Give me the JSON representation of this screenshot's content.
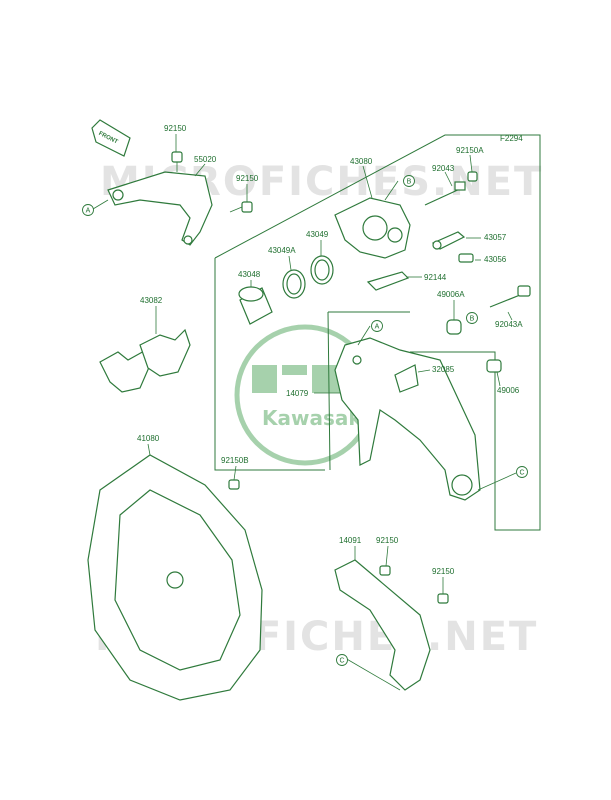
{
  "figure_code": "F2294",
  "watermark_text": "MICROFICHES.NET",
  "logo_text": "Kawasaki",
  "front_arrow_text": "FRONT",
  "part_labels": {
    "p92150_top": "92150",
    "p55020": "55020",
    "p92150_mid": "92150",
    "p43080": "43080",
    "p92150A": "92150A",
    "p92043": "92043",
    "p43057": "43057",
    "p43049": "43049",
    "p43049A": "43049A",
    "p43056": "43056",
    "p43048": "43048",
    "p92144": "92144",
    "p43082": "43082",
    "p49006A": "49006A",
    "p92043A": "92043A",
    "p32085": "32085",
    "p14079": "14079",
    "p49006": "49006",
    "p41080": "41080",
    "p92150B": "92150B",
    "p14091": "14091",
    "p92150_low1": "92150",
    "p92150_low2": "92150"
  },
  "ref_markers": {
    "a_left": "A",
    "b_top": "B",
    "a_mid": "A",
    "b_right": "B",
    "c_right": "C",
    "c_bottom": "C"
  },
  "colors": {
    "line": "#2f7a3c",
    "label": "#1f6f2f",
    "watermark": "#e3e3e3"
  }
}
